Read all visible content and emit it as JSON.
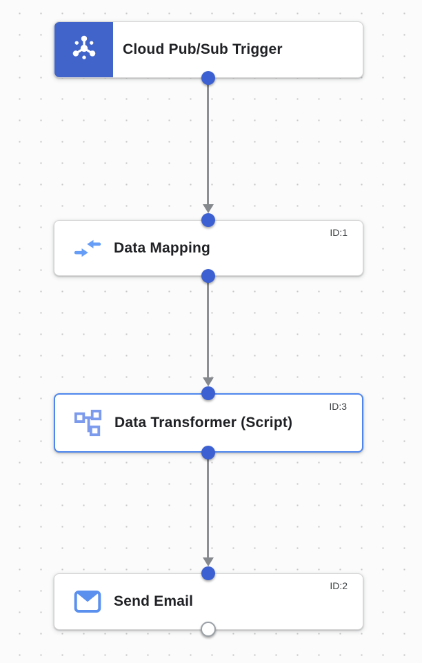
{
  "canvas": {
    "description": "integration workflow editor canvas",
    "background_color": "#fbfbfb",
    "grid_dot_color": "#c7c7c9"
  },
  "colors": {
    "trigger_block_blue": "#4164ca",
    "connector_dot_blue": "#3c60d1",
    "selected_border_blue": "#4e86ee",
    "edge_gray": "#8b8e92",
    "card_border": "#d6d6d6",
    "label_text": "#202124",
    "id_text": "#3c4043",
    "icon_blue_mapping": "#669df6",
    "icon_blue_transformer": "#7d9bec",
    "icon_blue_email": "#5b90ee"
  },
  "nodes": [
    {
      "label": "Cloud Pub/Sub Trigger",
      "id_label": "",
      "icon": "pubsub-trigger-icon",
      "kind": "trigger",
      "selected": false
    },
    {
      "label": "Data Mapping",
      "id_label": "ID:1",
      "icon": "data-mapping-icon",
      "kind": "task",
      "selected": false
    },
    {
      "label": "Data Transformer (Script)",
      "id_label": "ID:3",
      "icon": "data-transformer-icon",
      "kind": "task",
      "selected": true
    },
    {
      "label": "Send Email",
      "id_label": "ID:2",
      "icon": "send-email-icon",
      "kind": "task",
      "selected": false
    }
  ],
  "edges": [
    {
      "from": "Cloud Pub/Sub Trigger",
      "to": "Data Mapping"
    },
    {
      "from": "Data Mapping",
      "to": "Data Transformer (Script)"
    },
    {
      "from": "Data Transformer (Script)",
      "to": "Send Email"
    }
  ]
}
